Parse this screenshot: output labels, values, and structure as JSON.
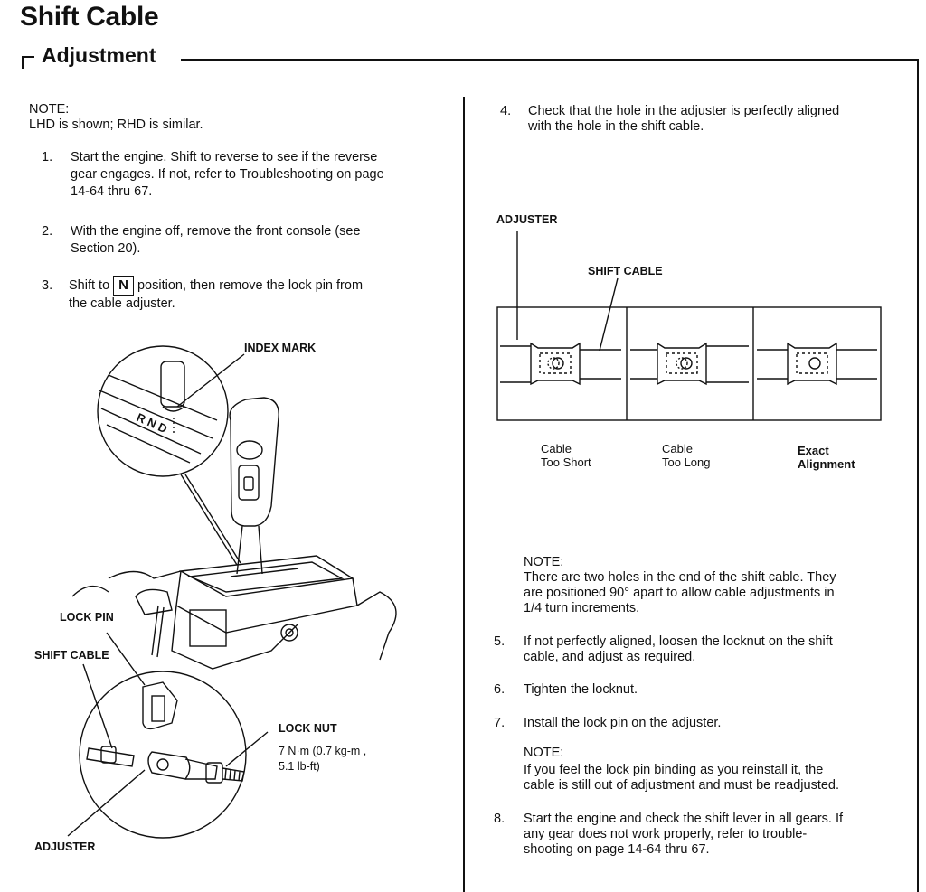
{
  "header": {
    "title": "Shift Cable",
    "section": "Adjustment"
  },
  "left": {
    "note_label": "NOTE:",
    "note_text": "LHD is shown; RHD is similar.",
    "steps": [
      {
        "num": "1.",
        "lines": [
          "Start the engine. Shift to reverse to see if the reverse",
          "gear engages. If not, refer to Troubleshooting on page",
          "14-64 thru 67."
        ]
      },
      {
        "num": "2.",
        "lines": [
          "With the engine off, remove the front console (see",
          "Section 20)."
        ]
      },
      {
        "num": "3.",
        "pre": "Shift to",
        "gear": "N",
        "post": "position, then remove the lock pin from",
        "line2": "the cable adjuster."
      }
    ],
    "figure": {
      "index_mark": "INDEX MARK",
      "lock_pin": "LOCK PIN",
      "shift_cable": "SHIFT CABLE",
      "lock_nut": "LOCK NUT",
      "torque_1": "7 N·m (0.7 kg-m ,",
      "torque_2": "5.1 lb-ft)",
      "adjuster": "ADJUSTER",
      "gear_letters": "R N D"
    }
  },
  "right": {
    "step4": {
      "num": "4.",
      "lines": [
        "Check that the hole in the adjuster is perfectly aligned",
        "with the hole in the shift cable."
      ]
    },
    "figure": {
      "adjuster": "ADJUSTER",
      "shift_cable": "SHIFT CABLE",
      "captions": [
        {
          "l1": "Cable",
          "l2": "Too Short",
          "bold": false
        },
        {
          "l1": "Cable",
          "l2": "Too Long",
          "bold": false
        },
        {
          "l1": "Exact",
          "l2": "Alignment",
          "bold": true
        }
      ]
    },
    "note1": {
      "label": "NOTE:",
      "lines": [
        "There are two holes in the end of the shift cable. They",
        "are positioned 90° apart to allow cable adjustments in",
        "1/4 turn increments."
      ]
    },
    "step5": {
      "num": "5.",
      "lines": [
        "If not perfectly aligned, loosen the locknut on the shift",
        "cable, and adjust as required."
      ]
    },
    "step6": {
      "num": "6.",
      "lines": [
        "Tighten the locknut."
      ]
    },
    "step7": {
      "num": "7.",
      "lines": [
        "Install the lock pin on the adjuster."
      ]
    },
    "note2": {
      "label": "NOTE:",
      "lines": [
        "If you feel the lock pin binding as you reinstall it, the",
        "cable is still out of adjustment and must be readjusted."
      ]
    },
    "step8": {
      "num": "8.",
      "lines": [
        "Start the engine and check the shift lever in all gears. If",
        "any gear does not work properly, refer to trouble-",
        "shooting on page 14-64 thru 67."
      ]
    }
  }
}
